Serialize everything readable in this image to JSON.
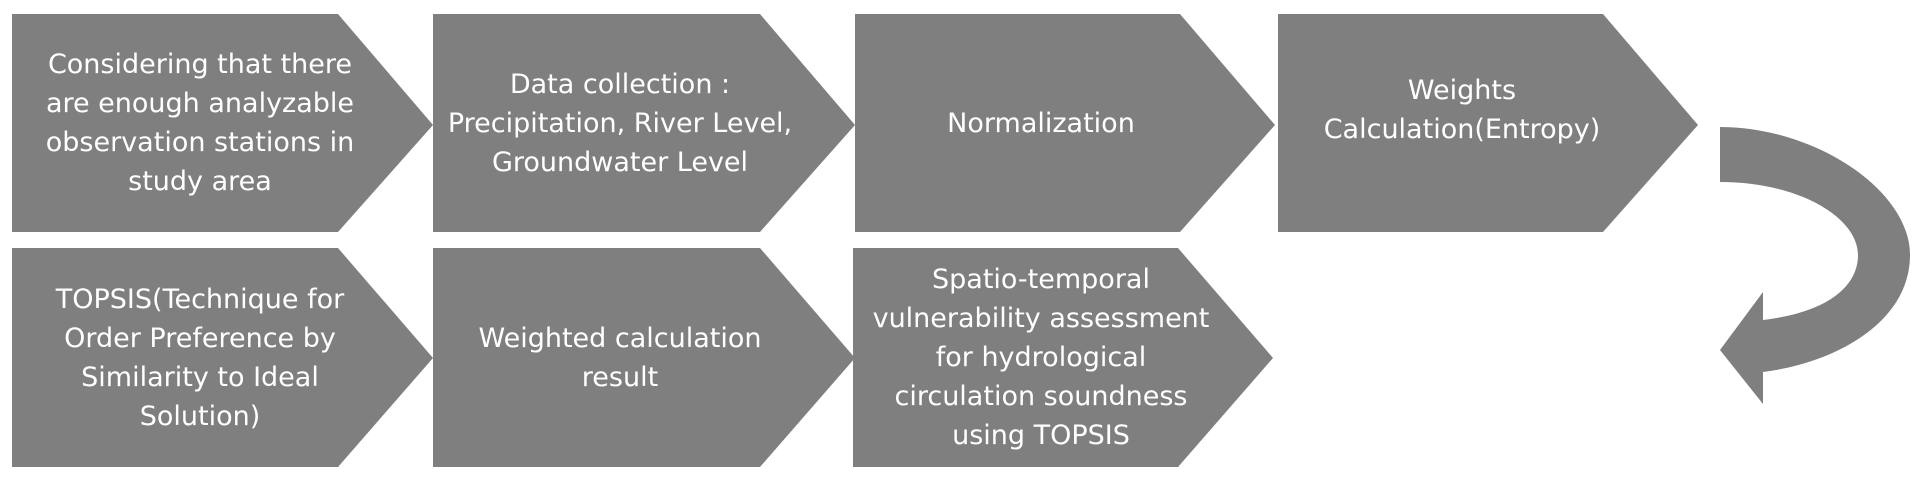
{
  "diagram": {
    "fill_color": "#7f7f7f",
    "text_color": "#ffffff",
    "row1": [
      {
        "text": "Considering that there\nare enough analyzable\nobservation stations in\nstudy area"
      },
      {
        "text": "Data collection :\nPrecipitation, River Level,\nGroundwater Level"
      },
      {
        "text": "Normalization"
      },
      {
        "text": "Weights\nCalculation(Entropy)"
      }
    ],
    "row2": [
      {
        "text": "TOPSIS(Technique for\nOrder Preference by\nSimilarity to Ideal\nSolution)"
      },
      {
        "text": "Weighted calculation\nresult"
      },
      {
        "text": "Spatio-temporal\nvulnerability assessment\nfor hydrological\ncirculation soundness\nusing TOPSIS"
      }
    ]
  }
}
